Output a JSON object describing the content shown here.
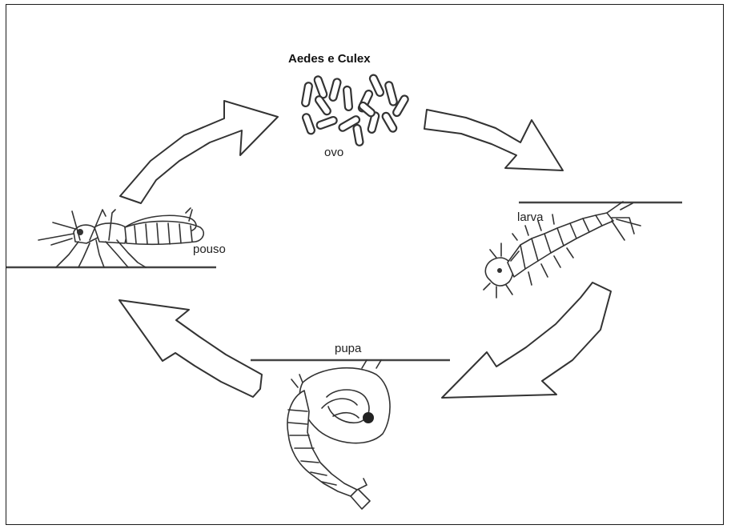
{
  "title": "Aedes e Culex",
  "stages": {
    "egg": "ovo",
    "larva": "larva",
    "pupa": "pupa",
    "adult": "pouso"
  }
}
